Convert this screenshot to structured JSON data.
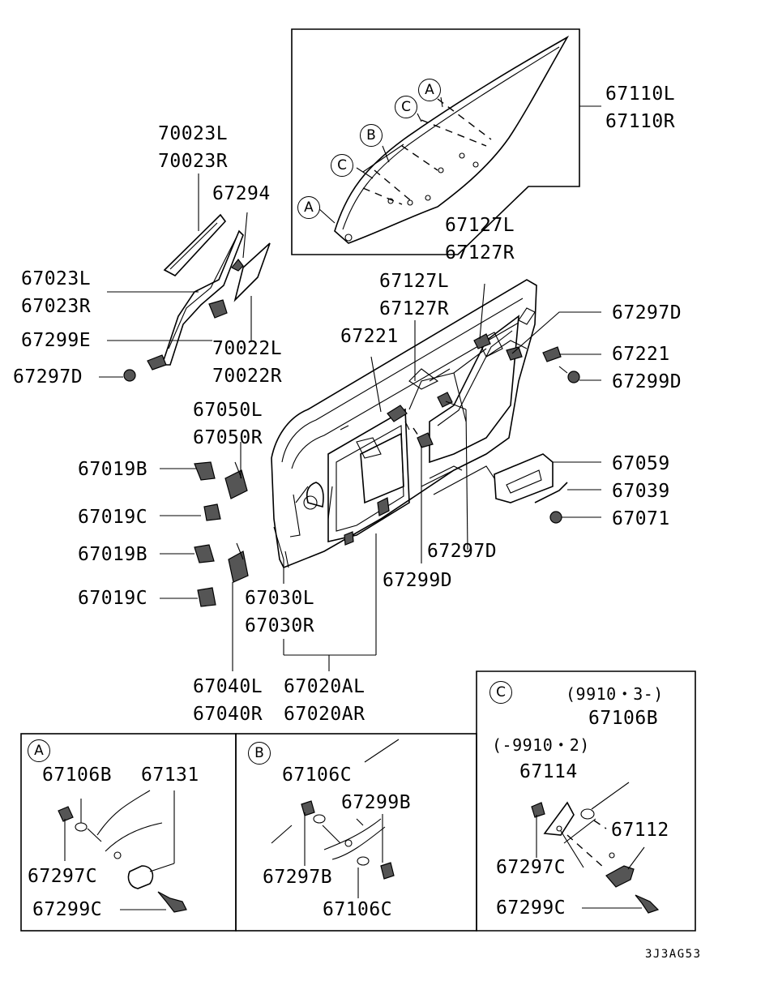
{
  "parts": {
    "p67110L": "67110L",
    "p67110R": "67110R",
    "p70023L": "70023L",
    "p70023R": "70023R",
    "p67294": "67294",
    "p67127L_top": "67127L",
    "p67127R_top": "67127R",
    "p67023L": "67023L",
    "p67023R": "67023R",
    "p67127L": "67127L",
    "p67127R": "67127R",
    "p67297D_right": "67297D",
    "p67299E": "67299E",
    "p70022L": "70022L",
    "p70022R": "70022R",
    "p67221_center": "67221",
    "p67221_right": "67221",
    "p67297D_left": "67297D",
    "p67299D_right": "67299D",
    "p67050L": "67050L",
    "p67050R": "67050R",
    "p67059": "67059",
    "p67019B_1": "67019B",
    "p67039": "67039",
    "p67019C_1": "67019C",
    "p67071": "67071",
    "p67019B_2": "67019B",
    "p67297D_center": "67297D",
    "p67030L": "67030L",
    "p67299D_center": "67299D",
    "p67019C_2": "67019C",
    "p67030R": "67030R",
    "p67040L": "67040L",
    "p67040R": "67040R",
    "p67020AL": "67020AL",
    "p67020AR": "67020AR"
  },
  "glass_callouts": {
    "a1": "A",
    "c1": "C",
    "b": "B",
    "c2": "C",
    "a2": "A"
  },
  "detail_a": {
    "title": "A",
    "p67106B": "67106B",
    "p67131": "67131",
    "p67297C": "67297C",
    "p67299C": "67299C"
  },
  "detail_b": {
    "title": "B",
    "p67106C_top": "67106C",
    "p67299B": "67299B",
    "p67297B": "67297B",
    "p67106C_bottom": "67106C"
  },
  "detail_c": {
    "title": "C",
    "date_new": "(9910・3-)",
    "p67106B": "67106B",
    "date_old": "(-9910・2)",
    "p67114": "67114",
    "p67112": "67112",
    "p67297C": "67297C",
    "p67299C": "67299C"
  },
  "diagram_code": "3J3AG53"
}
